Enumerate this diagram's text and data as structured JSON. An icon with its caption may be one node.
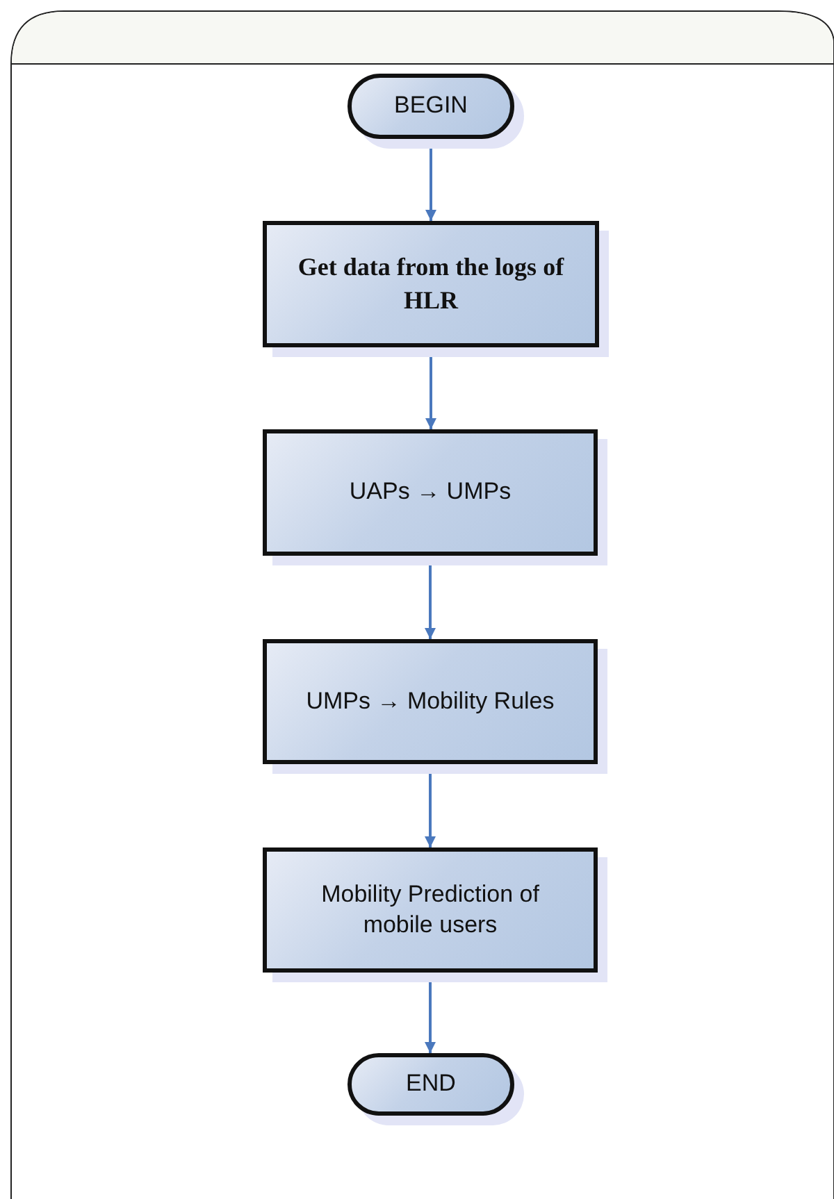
{
  "diagram": {
    "nodes": [
      {
        "text": [
          "BEGIN"
        ]
      },
      {
        "text": [
          "Get data from the logs of HLR"
        ]
      },
      {
        "text": [
          "UAPs → UMPs"
        ]
      },
      {
        "text": [
          "UMPs → Mobility Rules"
        ]
      },
      {
        "text": [
          "Mobility Prediction of mobile users"
        ]
      },
      {
        "text": [
          "END"
        ]
      }
    ],
    "edges": [
      {
        "from": 0,
        "to": 1,
        "arrow": "to"
      },
      {
        "from": 1,
        "to": 2,
        "arrow": "to"
      },
      {
        "from": 2,
        "to": 3,
        "arrow": "to"
      },
      {
        "from": 3,
        "to": 4,
        "arrow": "to"
      },
      {
        "from": 4,
        "to": 5,
        "arrow": "to"
      }
    ]
  }
}
